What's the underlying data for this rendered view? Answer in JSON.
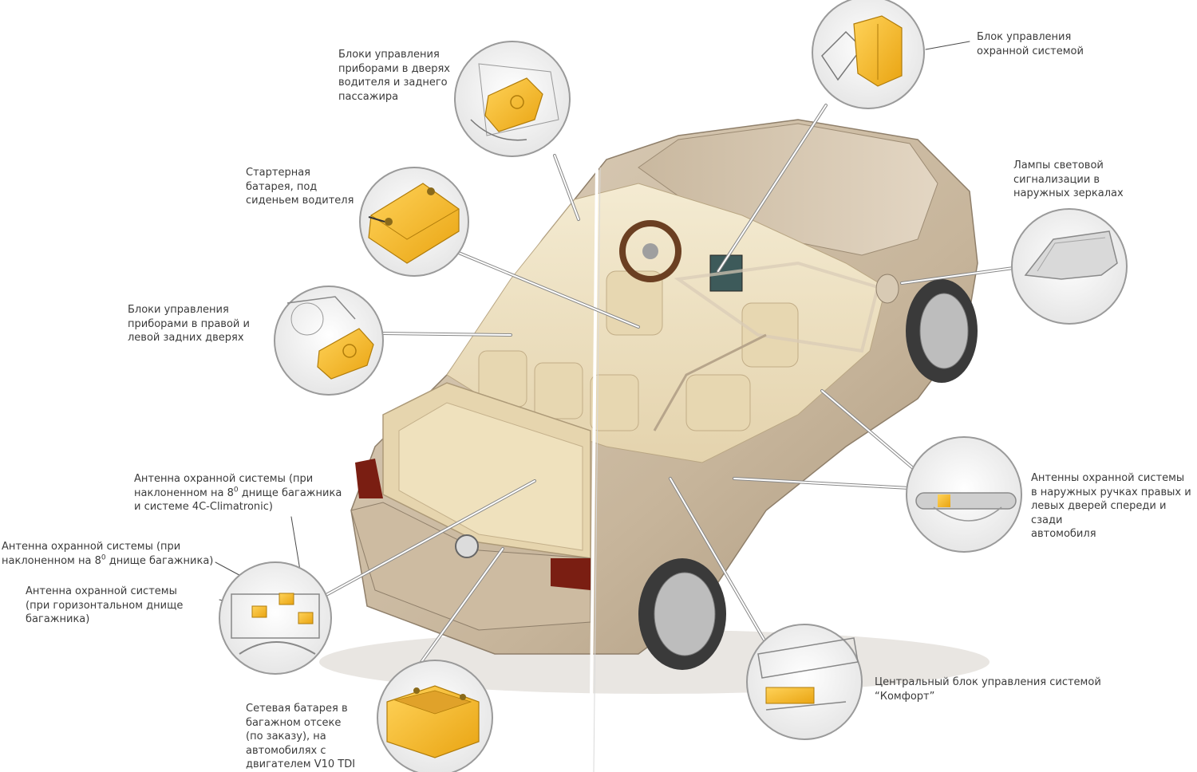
{
  "callouts": {
    "door_driver": "Блоки управления\nприборами в дверях\nводителя и заднего\nпассажира",
    "starter_battery": "Стартерная\nбатарея, под\nсиденьем водителя",
    "rear_doors": "Блоки управления\nприборами в правой и\nлевой задних дверях",
    "antenna_4c_l1": "Антенна охранной системы (при",
    "antenna_4c_l2a": "наклоненном на 8",
    "antenna_4c_sup": "0",
    "antenna_4c_l2b": " днище багажника",
    "antenna_4c_l3": "и системе 4C-Climatronic)",
    "antenna_8_l1": "Антенна охранной системы (при",
    "antenna_8_l2a": "наклоненном на 8",
    "antenna_8_sup": "0",
    "antenna_8_l2b": " днище багажника)",
    "antenna_horizontal": "Антенна охранной системы\n(при горизонтальном днище\nбагажника)",
    "network_battery": "Сетевая батарея в\nбагажном отсеке\n(по заказу), на\nавтомобилях с\nдвигателем V10 TDI",
    "alarm_unit": "Блок управления\nохранной системой",
    "mirror_lamps": "Лампы световой\nсигнализации в\nнаружных зеркалах",
    "handle_antennas": "Антенны охранной системы\nв наружных ручках правых и\nлевых дверей спереди и сзади\nавтомобиля",
    "comfort_unit": "Центральный блок управления системой\n“Комфорт”"
  },
  "colors": {
    "component": "#f2b51c",
    "body_paint": "#cbb9a0",
    "interior": "#efe3c4",
    "leader": "#ffffff",
    "leader_outline": "#888888",
    "text": "#3b3b3b"
  },
  "icons": [
    "car-illustration",
    "control-unit-icon",
    "battery-icon",
    "mirror-icon",
    "door-handle-icon"
  ]
}
